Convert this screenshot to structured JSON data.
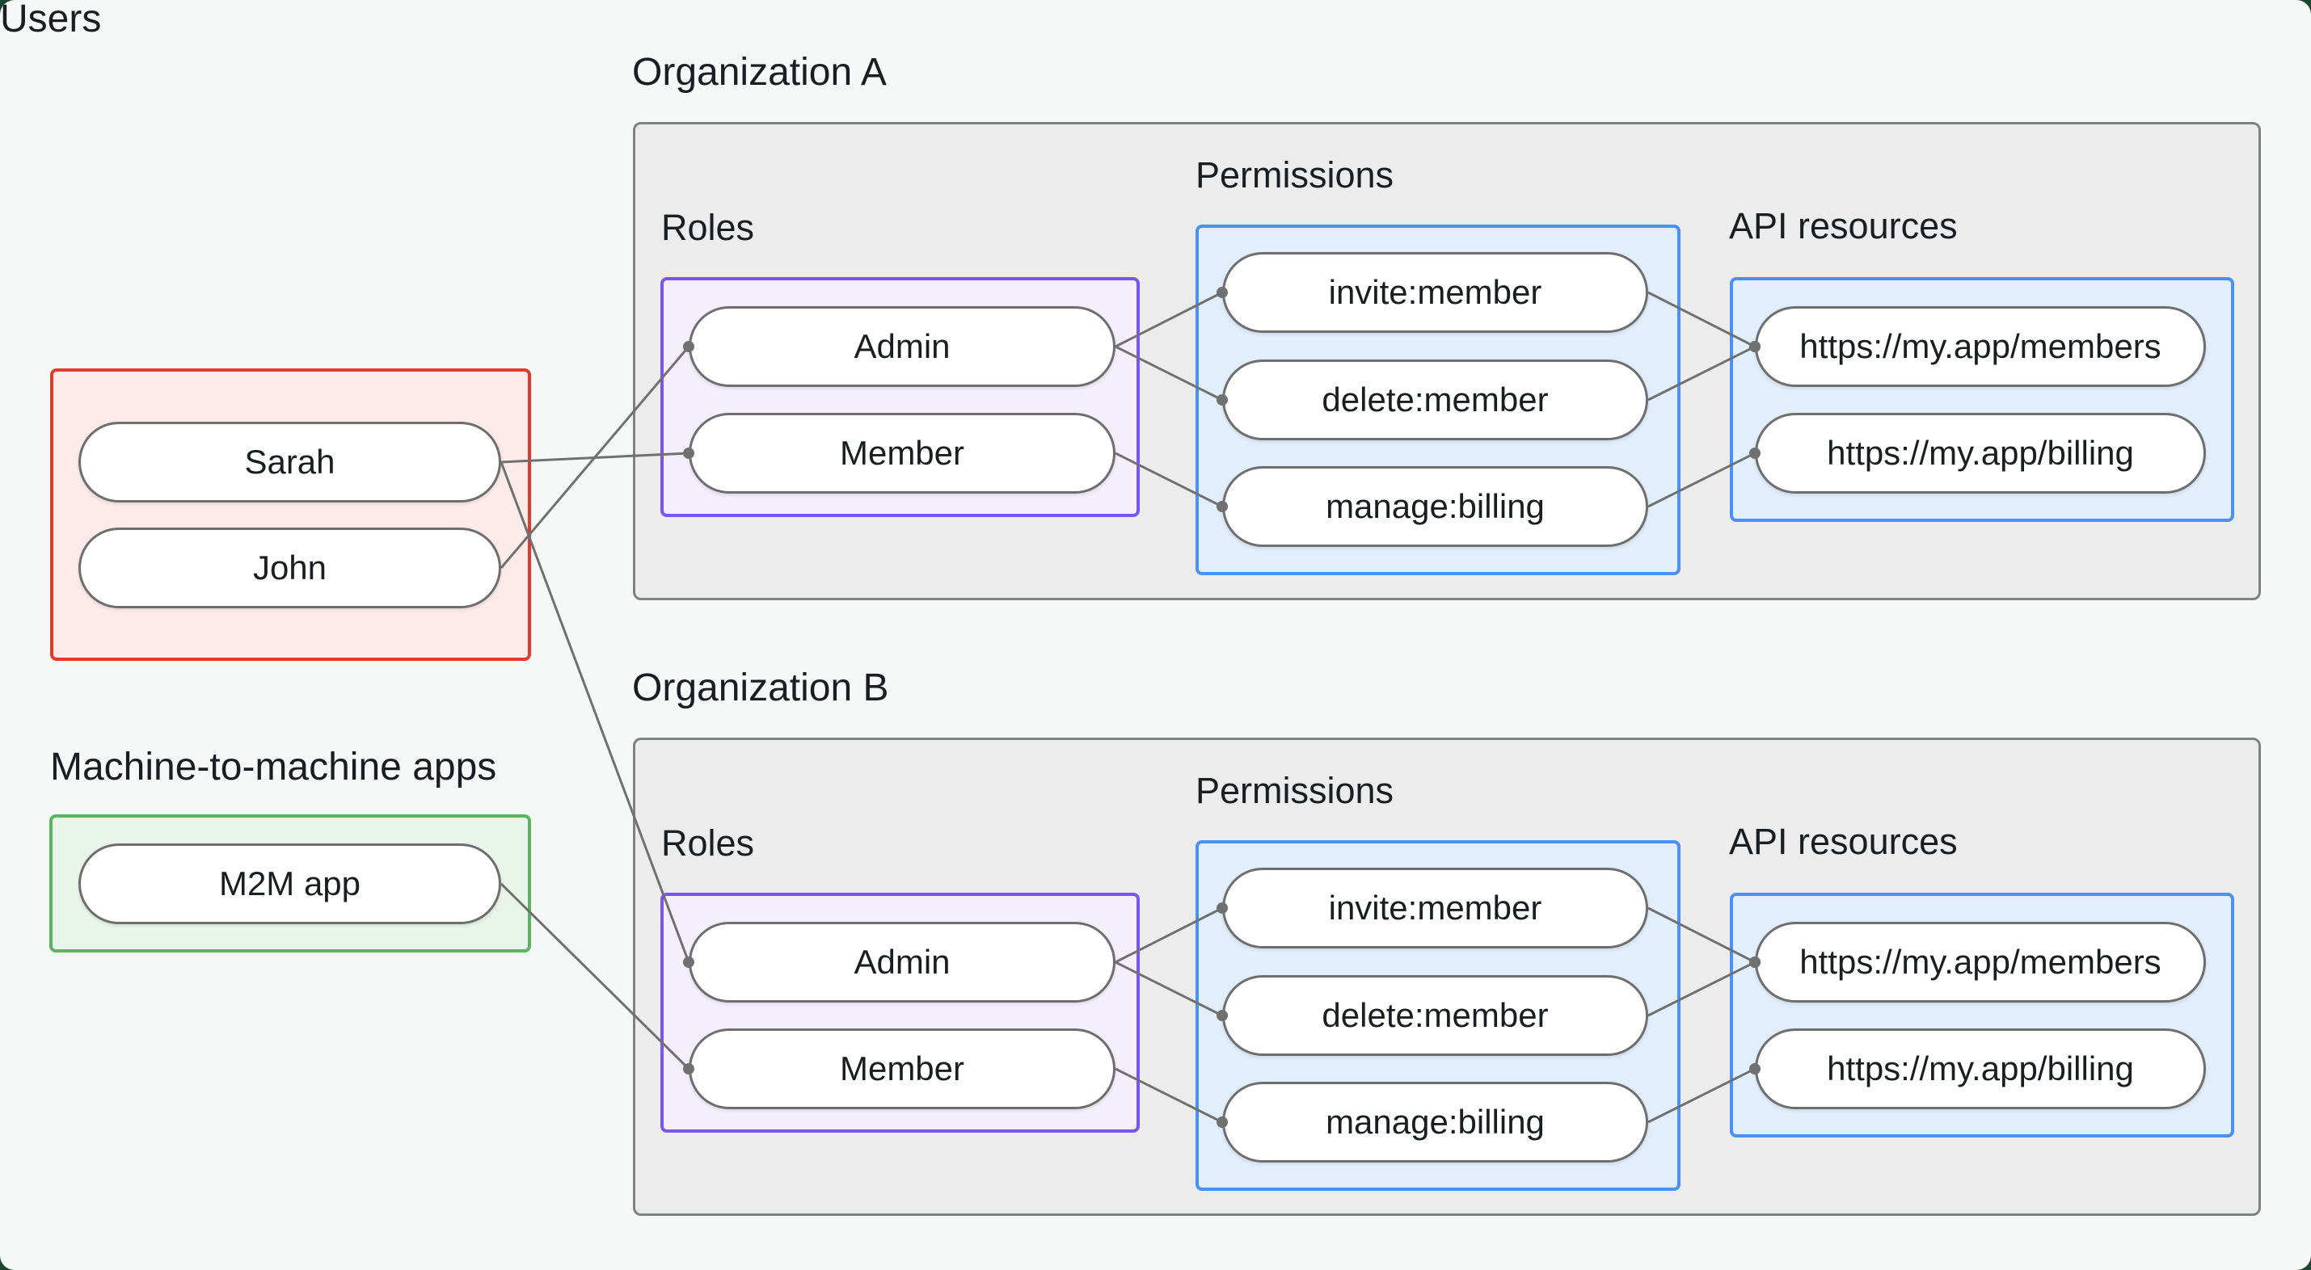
{
  "page": {
    "background": "#f6f7f7",
    "backdrop": "#1d4732"
  },
  "colors": {
    "page-bg": "#f6f7f7",
    "backdrop": "#1d4732",
    "text": "#1a1d21",
    "org-box-bg": "#ececec",
    "org-box-border": "#7d8281",
    "users-box-bg": "#fcebe9",
    "users-box-border": "#e23a2c",
    "m2m-box-bg": "#e9f5ea",
    "m2m-box-border": "#57b75e",
    "roles-box-bg": "#f4eefd",
    "roles-box-border": "#7a55f2",
    "blue-box-bg": "#e1eefc",
    "blue-box-border": "#4a90f5",
    "pill-bg": "#ffffff",
    "pill-border": "#6e6e6e",
    "edge": "#707070"
  },
  "users": {
    "label": "Users",
    "items": [
      "Sarah",
      "John"
    ]
  },
  "m2m": {
    "label": "Machine-to-machine apps",
    "items": [
      "M2M app"
    ]
  },
  "orgs": [
    {
      "title": "Organization A",
      "roles_label": "Roles",
      "permissions_label": "Permissions",
      "api_label": "API resources",
      "roles": [
        "Admin",
        "Member"
      ],
      "permissions": [
        "invite:member",
        "delete:member",
        "manage:billing"
      ],
      "api_resources": [
        "https://my.app/members",
        "https://my.app/billing"
      ]
    },
    {
      "title": "Organization B",
      "roles_label": "Roles",
      "permissions_label": "Permissions",
      "api_label": "API resources",
      "roles": [
        "Admin",
        "Member"
      ],
      "permissions": [
        "invite:member",
        "delete:member",
        "manage:billing"
      ],
      "api_resources": [
        "https://my.app/members",
        "https://my.app/billing"
      ]
    }
  ],
  "edges": [
    {
      "from": "sarah",
      "to": "a-member"
    },
    {
      "from": "john",
      "to": "a-admin"
    },
    {
      "from": "sarah",
      "to": "b-admin"
    },
    {
      "from": "m2m",
      "to": "b-member"
    },
    {
      "from": "a-admin",
      "to": "a-invite"
    },
    {
      "from": "a-admin",
      "to": "a-delete"
    },
    {
      "from": "a-member",
      "to": "a-manage"
    },
    {
      "from": "a-invite",
      "to": "a-members"
    },
    {
      "from": "a-delete",
      "to": "a-members"
    },
    {
      "from": "a-manage",
      "to": "a-billing"
    },
    {
      "from": "b-admin",
      "to": "b-invite"
    },
    {
      "from": "b-admin",
      "to": "b-delete"
    },
    {
      "from": "b-member",
      "to": "b-manage"
    },
    {
      "from": "b-invite",
      "to": "b-members"
    },
    {
      "from": "b-delete",
      "to": "b-members"
    },
    {
      "from": "b-manage",
      "to": "b-billing"
    }
  ]
}
